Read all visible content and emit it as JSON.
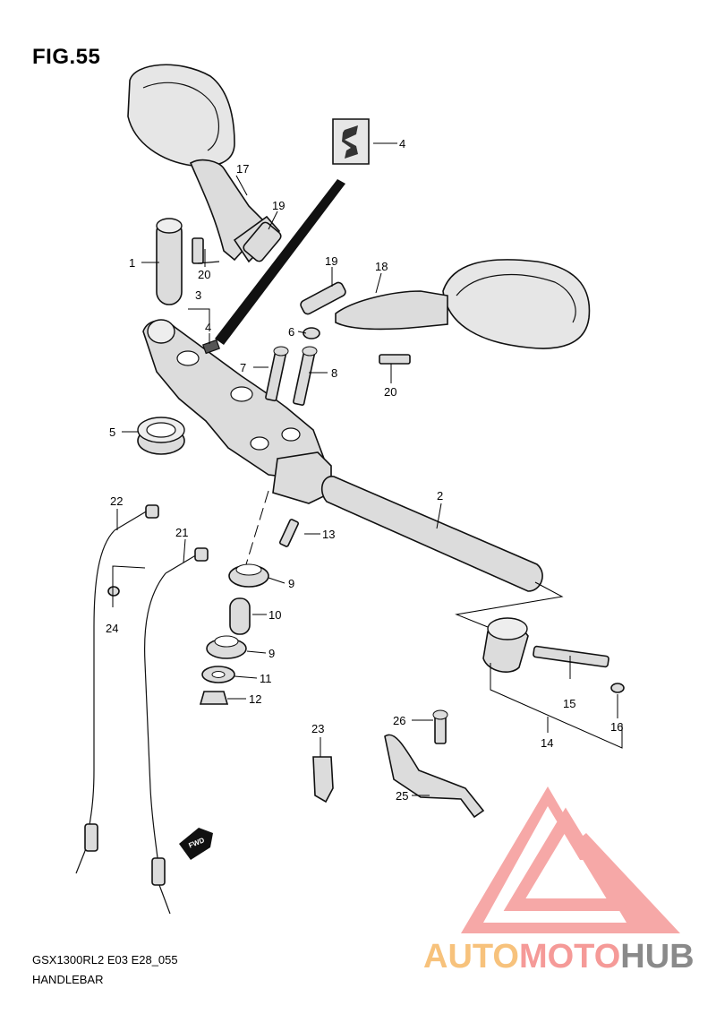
{
  "figure": {
    "title": "FIG.55",
    "model_code": "GSX1300RL2 E03 E28_055",
    "section": "HANDLEBAR"
  },
  "callouts": [
    {
      "id": "c1",
      "text": "1"
    },
    {
      "id": "c2",
      "text": "2"
    },
    {
      "id": "c3",
      "text": "3"
    },
    {
      "id": "c4a",
      "text": "4"
    },
    {
      "id": "c4b",
      "text": "4"
    },
    {
      "id": "c5",
      "text": "5"
    },
    {
      "id": "c6",
      "text": "6"
    },
    {
      "id": "c7",
      "text": "7"
    },
    {
      "id": "c8",
      "text": "8"
    },
    {
      "id": "c9a",
      "text": "9"
    },
    {
      "id": "c9b",
      "text": "9"
    },
    {
      "id": "c10",
      "text": "10"
    },
    {
      "id": "c11",
      "text": "11"
    },
    {
      "id": "c12",
      "text": "12"
    },
    {
      "id": "c13",
      "text": "13"
    },
    {
      "id": "c14",
      "text": "14"
    },
    {
      "id": "c15",
      "text": "15"
    },
    {
      "id": "c16",
      "text": "16"
    },
    {
      "id": "c17",
      "text": "17"
    },
    {
      "id": "c18",
      "text": "18"
    },
    {
      "id": "c19a",
      "text": "19"
    },
    {
      "id": "c19b",
      "text": "19"
    },
    {
      "id": "c20a",
      "text": "20"
    },
    {
      "id": "c20b",
      "text": "20"
    },
    {
      "id": "c21",
      "text": "21"
    },
    {
      "id": "c22",
      "text": "22"
    },
    {
      "id": "c23",
      "text": "23"
    },
    {
      "id": "c24",
      "text": "24"
    },
    {
      "id": "c25",
      "text": "25"
    },
    {
      "id": "c26",
      "text": "26"
    }
  ],
  "fwd_arrow": {
    "text": "FWD"
  },
  "watermark": {
    "part1": "AUTO",
    "part2": "MOTO",
    "part3": "HUB",
    "colors": {
      "auto": "#f7c27c",
      "moto": "#f59a98",
      "hub": "#8a8a8a",
      "triangle": "#f59a98"
    }
  }
}
